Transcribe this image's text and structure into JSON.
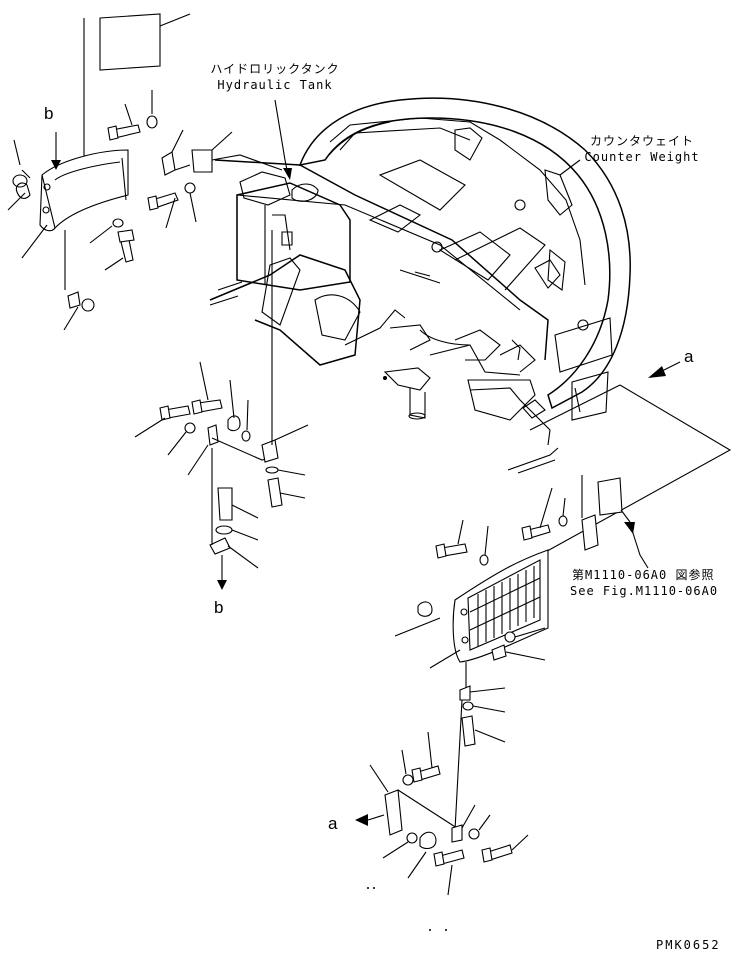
{
  "labels": {
    "hydraulic_tank_jp": "ハイドロリックタンク",
    "hydraulic_tank_en": "Hydraulic Tank",
    "counter_weight_jp": "カウンタウェイト",
    "counter_weight_en": "Counter Weight",
    "see_fig_jp": "第M1110-06A0 図参照",
    "see_fig_en": "See Fig.M1110-06A0",
    "drawing_code": "PMK0652"
  },
  "callouts": {
    "b_top": "b",
    "b_bottom": "b",
    "a_right": "a",
    "a_bottom": "a"
  }
}
